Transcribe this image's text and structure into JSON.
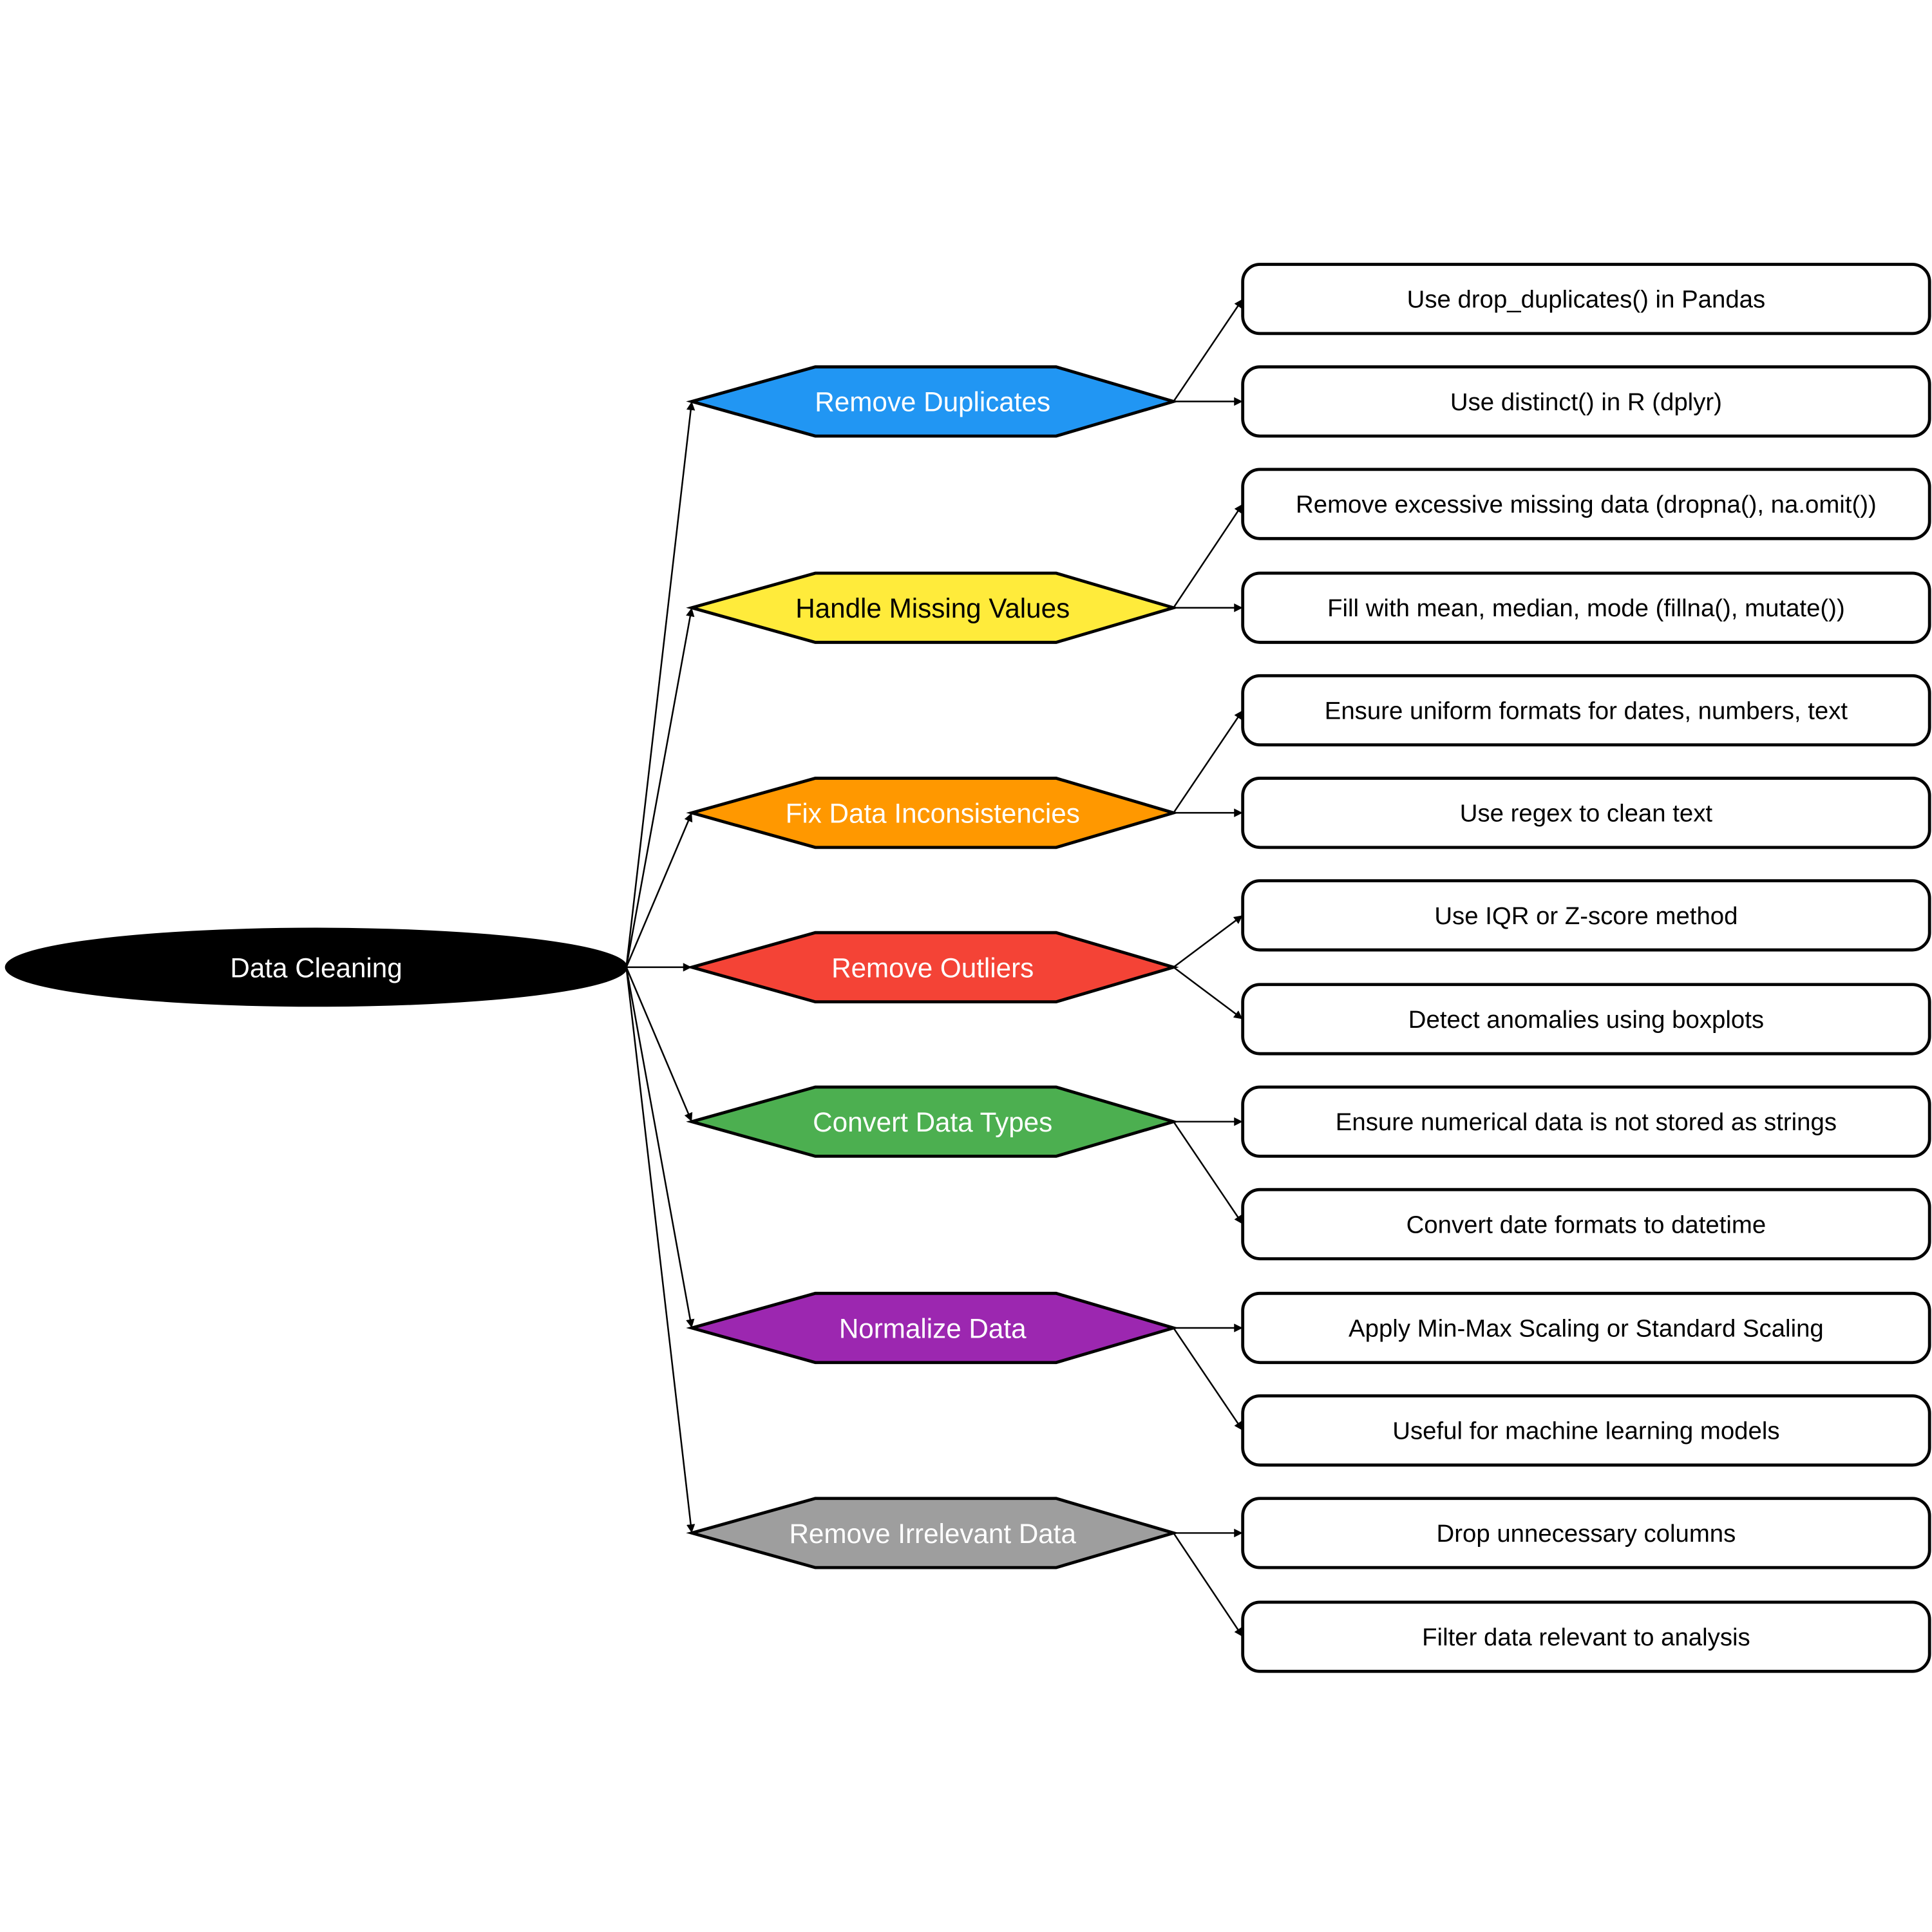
{
  "root": {
    "label": "Data Cleaning",
    "fill": "#000000",
    "text_color": "#ffffff"
  },
  "steps": [
    {
      "label": "Remove Duplicates",
      "fill": "#2196F3",
      "text_color": "#ffffff",
      "details": [
        "Use drop_duplicates() in Pandas",
        "Use distinct() in R (dplyr)"
      ]
    },
    {
      "label": "Handle Missing Values",
      "fill": "#FFEB3B",
      "text_color": "#000000",
      "details": [
        "Remove excessive missing data (dropna(), na.omit())",
        "Fill with mean, median, mode (fillna(), mutate())"
      ]
    },
    {
      "label": "Fix Data Inconsistencies",
      "fill": "#FF9800",
      "text_color": "#ffffff",
      "details": [
        "Ensure uniform formats for dates, numbers, text",
        "Use regex to clean text"
      ]
    },
    {
      "label": "Remove Outliers",
      "fill": "#F44336",
      "text_color": "#ffffff",
      "details": [
        "Use IQR or Z-score method",
        "Detect anomalies using boxplots"
      ]
    },
    {
      "label": "Convert Data Types",
      "fill": "#4CAF50",
      "text_color": "#ffffff",
      "details": [
        "Ensure numerical data is not stored as strings",
        "Convert date formats to datetime"
      ]
    },
    {
      "label": "Normalize Data",
      "fill": "#9C27B0",
      "text_color": "#ffffff",
      "details": [
        "Apply Min-Max Scaling or Standard Scaling",
        "Useful for machine learning models"
      ]
    },
    {
      "label": "Remove Irrelevant Data",
      "fill": "#9E9E9E",
      "text_color": "#ffffff",
      "details": [
        "Drop unnecessary columns",
        "Filter data relevant to analysis"
      ]
    }
  ]
}
